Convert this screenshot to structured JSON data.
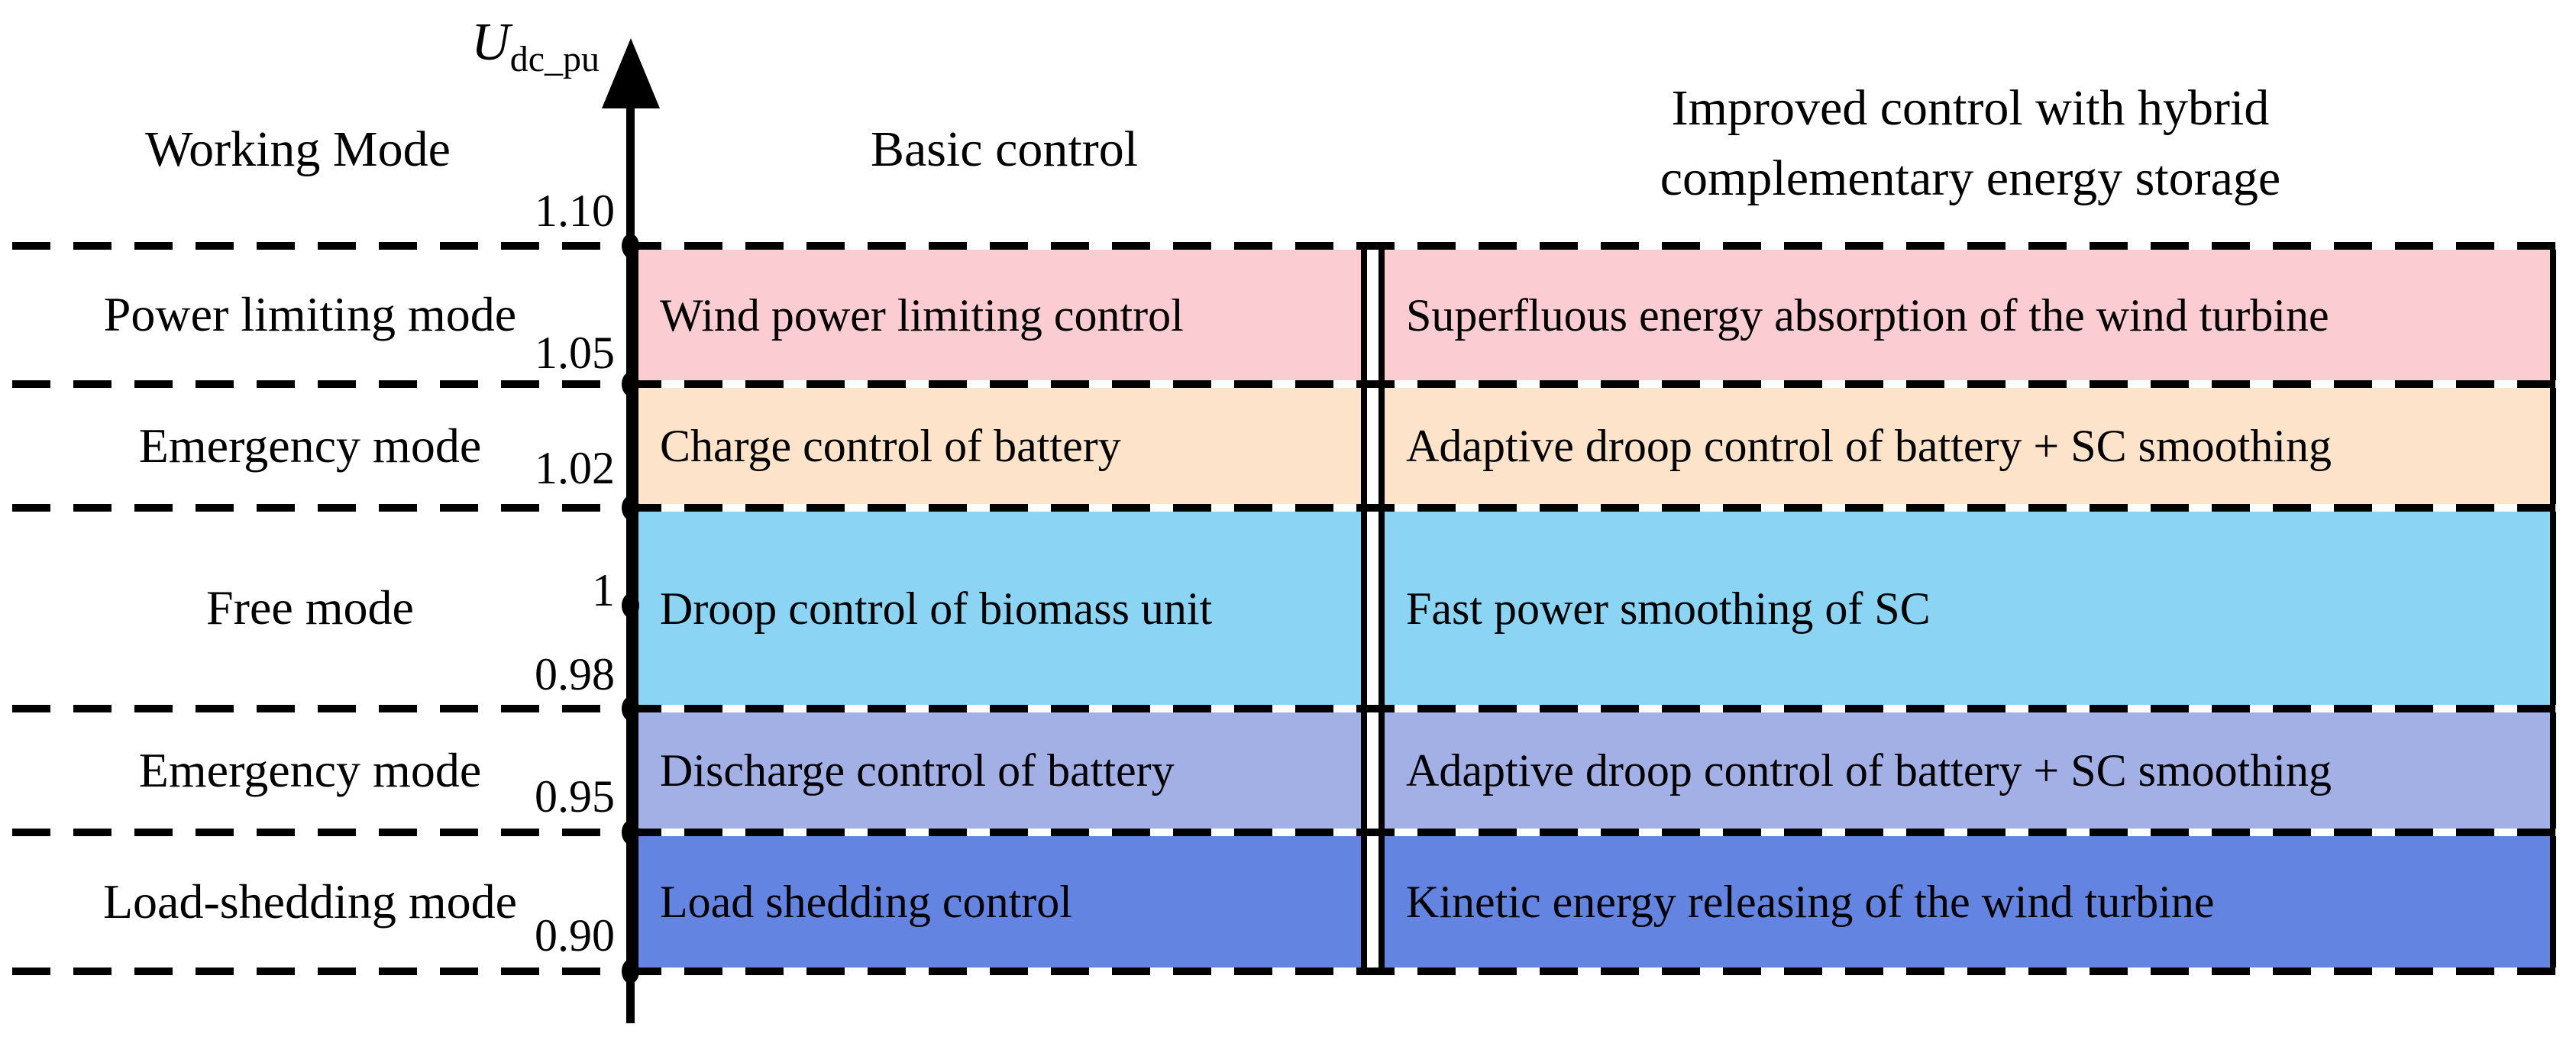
{
  "axis": {
    "symbol": "U",
    "subscript": "dc_pu",
    "ticks": [
      "1.10",
      "1.05",
      "1.02",
      "1",
      "0.98",
      "0.95",
      "0.90"
    ]
  },
  "headers": {
    "working_mode": "Working Mode",
    "basic": "Basic control",
    "improved_line1": "Improved control with hybrid",
    "improved_line2": "complementary energy storage"
  },
  "rows": [
    {
      "mode": "Power limiting mode",
      "basic": "Wind power limiting control",
      "improved": "Superfluous energy absorption of the wind turbine",
      "color": "#fbccd1"
    },
    {
      "mode": "Emergency mode",
      "basic": "Charge control of battery",
      "improved": "Adaptive droop control of battery + SC smoothing",
      "color": "#fce3ca"
    },
    {
      "mode": "Free mode",
      "basic": "Droop control of biomass unit",
      "improved": "Fast power smoothing of SC",
      "color": "#8bd4f4"
    },
    {
      "mode": "Emergency mode",
      "basic": "Discharge control of battery",
      "improved": "Adaptive droop control of battery + SC smoothing",
      "color": "#a3b0e6"
    },
    {
      "mode": "Load-shedding mode",
      "basic": "Load shedding control",
      "improved": "Kinetic energy releasing of the wind turbine",
      "color": "#6384e0"
    }
  ]
}
